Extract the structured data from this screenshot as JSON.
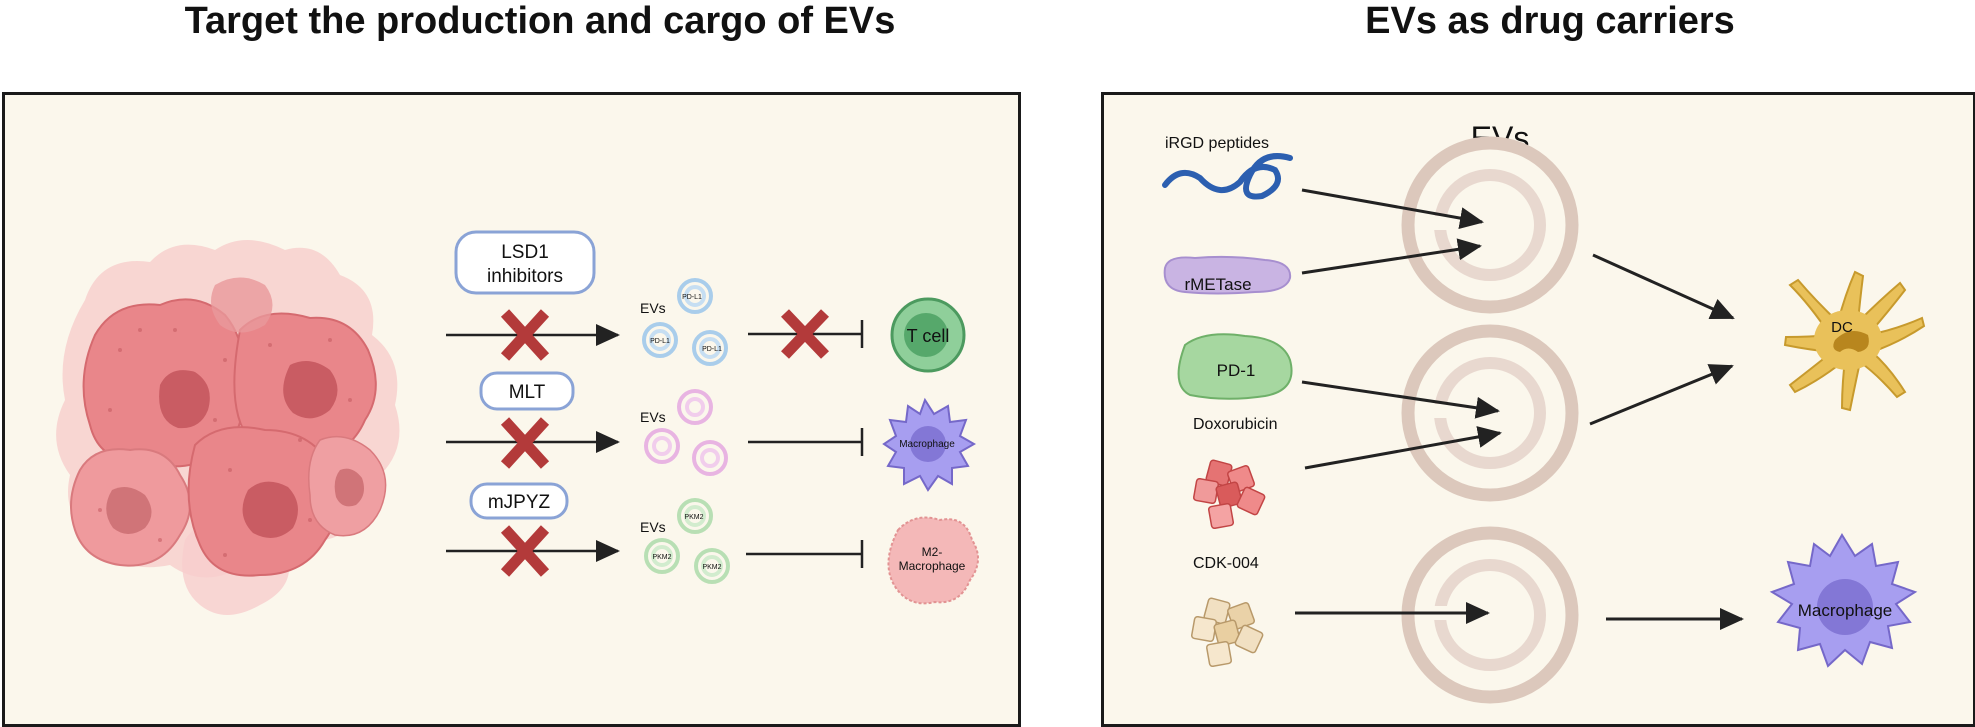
{
  "titles": {
    "left": "Target the production and cargo of EVs",
    "right": "EVs as drug carriers"
  },
  "left_panel": {
    "inhibitors": [
      "LSD1\ninhibitors",
      "MLT",
      "mJPYZ"
    ],
    "inhibitor_line1": "LSD1",
    "inhibitor_line2": "inhibitors",
    "inhibitor_mlt": "MLT",
    "inhibitor_mjpyz": "mJPYZ",
    "evs_label": "EVs",
    "vesicle_labels_row1": "PD-L1",
    "vesicle_labels_row3": "PKM2",
    "targets": {
      "t_cell": "T cell",
      "macrophage": "Macrophage",
      "m2_line1": "M2-",
      "m2_line2": "Macrophage"
    }
  },
  "right_panel": {
    "evs_heading": "EVs",
    "cargo": {
      "irgd": "iRGD peptides",
      "rmetase": "rMETase",
      "pd1": "PD-1",
      "doxorubicin": "Doxorubicin",
      "cdk004": "CDK-004"
    },
    "targets": {
      "dc": "DC",
      "macrophage": "Macrophage"
    }
  },
  "colors": {
    "panel_bg": "#fbf7ec",
    "cross": "#b33a3a",
    "ev_ring": "#d9c2b6",
    "t_cell": "#5fae78",
    "macrophage": "#9d93dd",
    "m2": "#f0aeae",
    "dc": "#e9c15a",
    "cancer": "#e07b7f"
  }
}
